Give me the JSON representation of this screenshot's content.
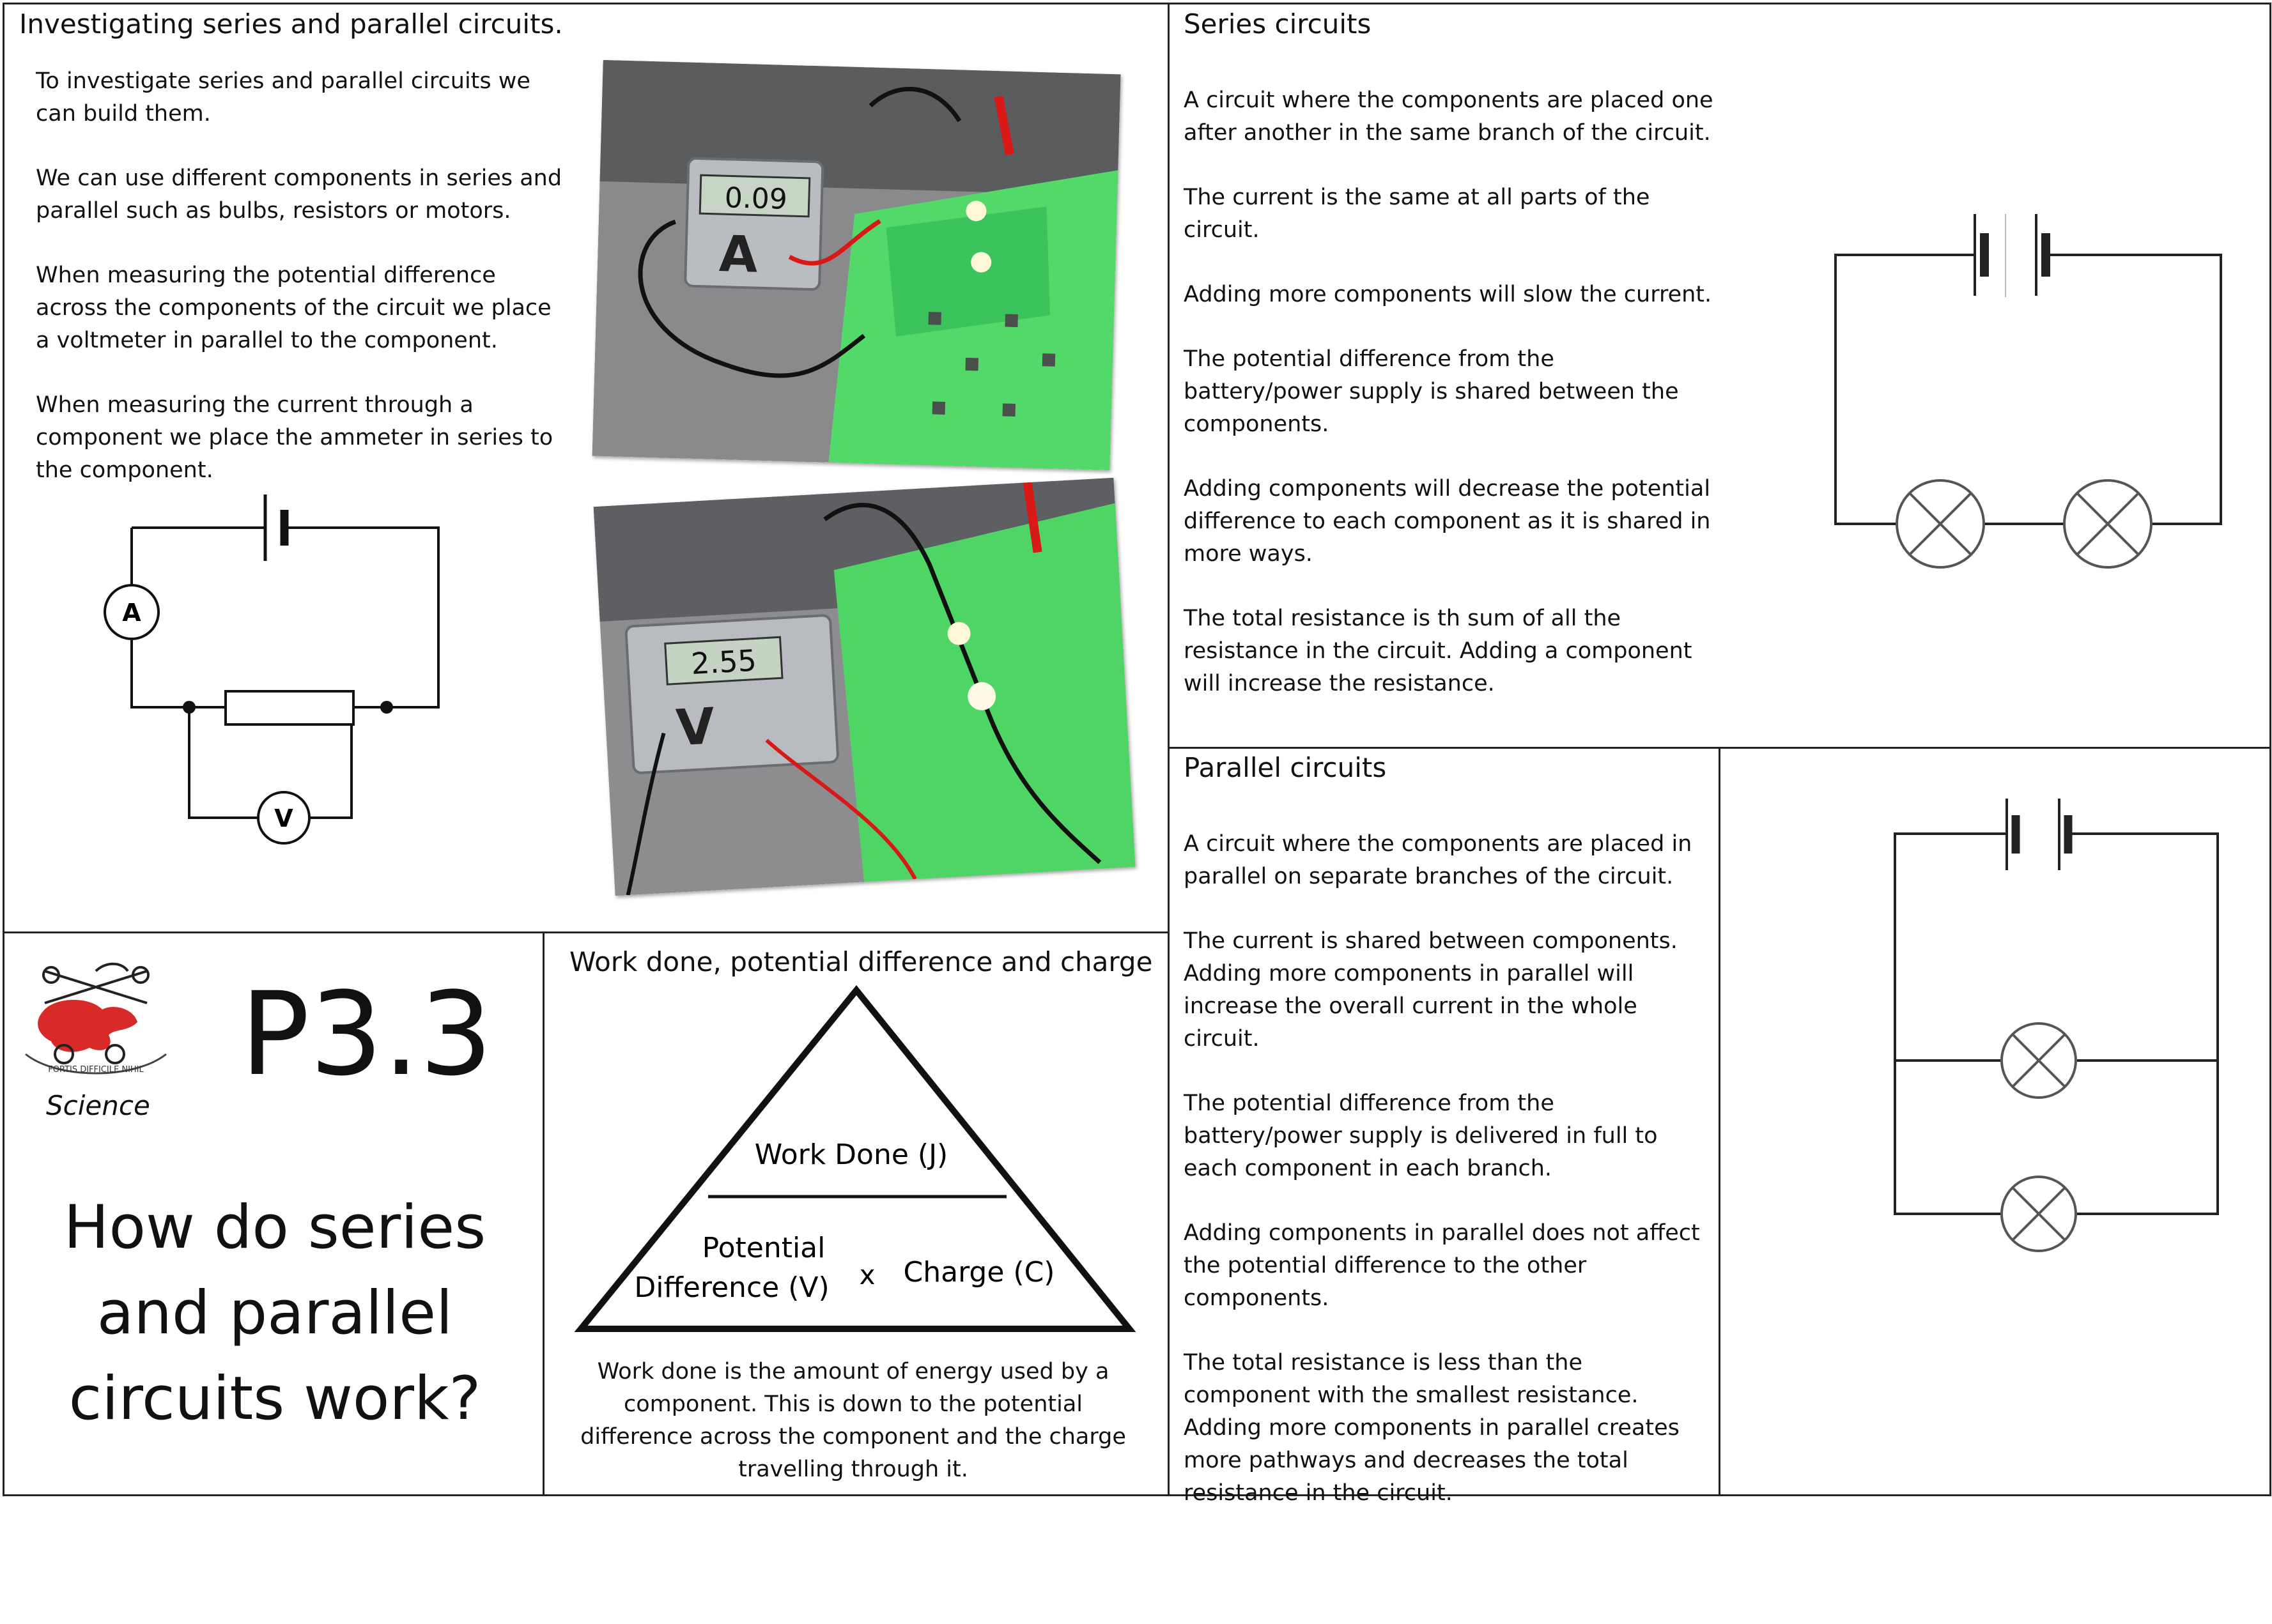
{
  "investigating": {
    "title": "Investigating series and parallel circuits.",
    "paragraphs": [
      "To investigate series and parallel circuits we can build them.",
      "We can use different components in series and parallel such as bulbs, resistors or motors.",
      "When measuring the potential difference across the components of the circuit we place a voltmeter in parallel to the component.",
      "When measuring the current through a component we place the ammeter in series to the component."
    ],
    "ammeter_symbol": "A",
    "voltmeter_symbol": "V",
    "photo1_meter_reading": "0.09",
    "photo1_meter_letter": "A",
    "photo2_meter_reading": "2.55",
    "photo2_meter_letter": "V"
  },
  "series": {
    "title": "Series circuits",
    "paragraphs": [
      "A circuit where the components are placed one after another in the same branch of the circuit.",
      "The current is the same at all parts of the circuit.",
      "Adding more components will slow the current.",
      "The potential difference from the battery/power supply is shared between the components.",
      "Adding components will decrease the potential difference to each component as it is shared in more ways.",
      "The total resistance is th sum of all the resistance in the circuit. Adding a component will increase the resistance."
    ]
  },
  "parallel": {
    "title": "Parallel circuits",
    "paragraphs": [
      "A circuit where the components are placed in parallel on separate branches of the circuit.",
      "The current is shared between components. Adding more components in parallel will increase the overall current in the whole circuit.",
      "The potential difference from the battery/power supply is delivered in full to each component in each branch.",
      "Adding components in parallel does not affect the potential difference to the other components.",
      "The total resistance is less than the component with the smallest resistance. Adding more components in parallel creates more pathways and decreases the total resistance in the circuit."
    ]
  },
  "cover": {
    "logo_motto": "FORTIS DIFFICILE NIHIL",
    "subject": "Science",
    "code": "P3.3",
    "question": "How do series and parallel circuits work?"
  },
  "work_done": {
    "title": "Work done, potential difference and charge",
    "triangle_top": "Work Done (J)",
    "triangle_left_line1": "Potential",
    "triangle_left_line2": "Difference (V)",
    "triangle_times": "x",
    "triangle_right": "Charge (C)",
    "note": "Work done is the amount of energy used by a component. This is down to the potential difference across the component and the charge travelling through it."
  }
}
